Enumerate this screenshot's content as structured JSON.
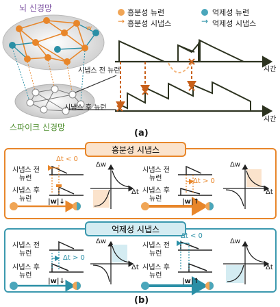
{
  "panel_a": {
    "brain_network_label": "뇌 신경망",
    "spike_network_label": "스파이크 신경망",
    "weight_label": "w",
    "legend": {
      "excitatory_neuron": "흥분성 뉴런",
      "inhibitory_neuron": "억제성 뉴런",
      "excitatory_synapse": "흥분성 시냅스",
      "inhibitory_synapse": "억제성 시냅스"
    },
    "pre_neuron_label": "시냅스 전 뉴런",
    "post_neuron_label": "시냅스 후 뉴런",
    "time_label_top": "시간",
    "time_label_bottom": "시간",
    "caption": "(a)"
  },
  "panel_b": {
    "excitatory_title": "흥분성 시냅스",
    "inhibitory_title": "억제성 시냅스",
    "pre_label_line1": "시냅스 전",
    "pre_label_line2": "뉴런",
    "post_label_line1": "시냅스 후",
    "post_label_line2": "뉴런",
    "dw_label": "Δw",
    "dt_label": "Δt",
    "exc_left_dt": "Δt < 0",
    "exc_right_dt": "Δt > 0",
    "inh_left_dt": "Δt > 0",
    "inh_right_dt": "Δt < 0",
    "exc_left_w": "|w|↓",
    "exc_right_w": "|w|↑",
    "inh_left_w": "|w|↓",
    "inh_right_w": "|w|↑",
    "caption": "(b)"
  },
  "colors": {
    "orange": "#e8862a",
    "orange_light": "#f3b47a",
    "teal": "#2a8fa6",
    "teal_light": "#5fb6c9",
    "dark": "#2d3320",
    "box_orange": "#e8862a",
    "box_teal": "#3a98ae"
  }
}
